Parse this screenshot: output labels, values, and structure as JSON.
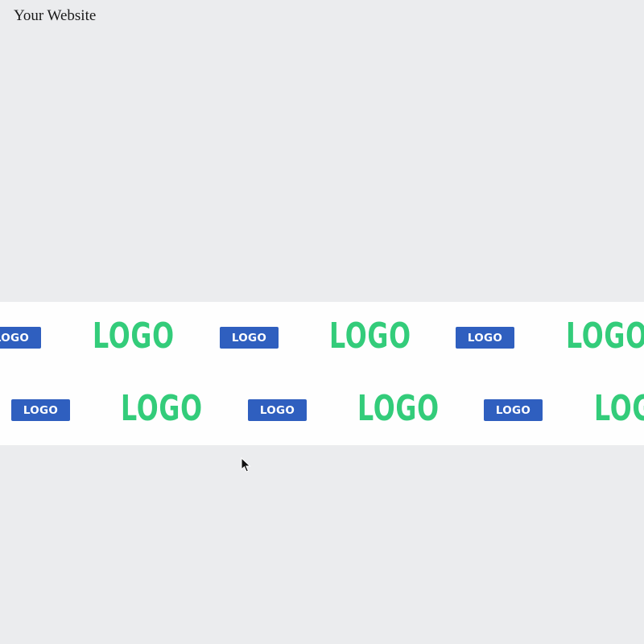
{
  "header": {
    "site_title": "Your Website"
  },
  "logo_band": {
    "rows": [
      {
        "items": [
          {
            "kind": "badge",
            "text": "LOGO"
          },
          {
            "kind": "wordmark",
            "text": "LOGO"
          },
          {
            "kind": "badge",
            "text": "LOGO"
          },
          {
            "kind": "wordmark",
            "text": "LOGO"
          },
          {
            "kind": "badge",
            "text": "LOGO"
          },
          {
            "kind": "wordmark",
            "text": "LOGO"
          }
        ]
      },
      {
        "items": [
          {
            "kind": "badge",
            "text": "LOGO"
          },
          {
            "kind": "wordmark",
            "text": "LOGO"
          },
          {
            "kind": "badge",
            "text": "LOGO"
          },
          {
            "kind": "wordmark",
            "text": "LOGO"
          },
          {
            "kind": "badge",
            "text": "LOGO"
          },
          {
            "kind": "wordmark",
            "text": "LOGO"
          }
        ]
      }
    ]
  },
  "colors": {
    "background": "#ebecee",
    "band_background": "#fefefe",
    "badge_blue": "#2f5fbf",
    "wordmark_green": "#33cc7a"
  },
  "cursor": {
    "icon": "mouse-pointer-icon"
  }
}
